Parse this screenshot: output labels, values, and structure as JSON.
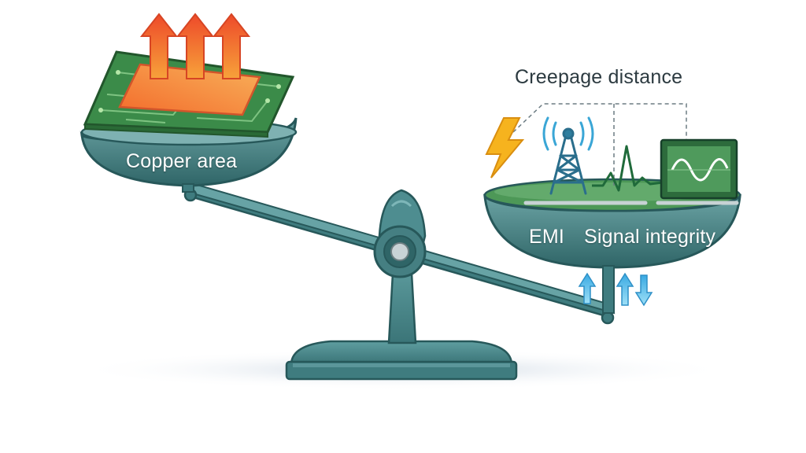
{
  "labels": {
    "copper_area": "Copper area",
    "creepage_distance": "Creepage distance",
    "emi": "EMI",
    "signal_integrity": "Signal integrity"
  },
  "icons": {
    "heat": "heat-arrows-icon",
    "pcb": "pcb-board-icon",
    "lightning": "lightning-bolt-icon",
    "tower": "radio-tower-icon",
    "waveform": "signal-waveform-icon",
    "oscilloscope": "oscilloscope-icon",
    "balance": "balance-scale-icon",
    "flow": "up-down-arrows-icon"
  },
  "colors": {
    "scale_teal": "#4a8b8e",
    "scale_dark": "#2f6567",
    "pcb_green": "#3f9a4f",
    "heat_orange": "#f07a2a",
    "bolt_yellow": "#f6b31e",
    "arrow_blue": "#5cc6ee",
    "tower_blue": "#2f7e9e"
  }
}
